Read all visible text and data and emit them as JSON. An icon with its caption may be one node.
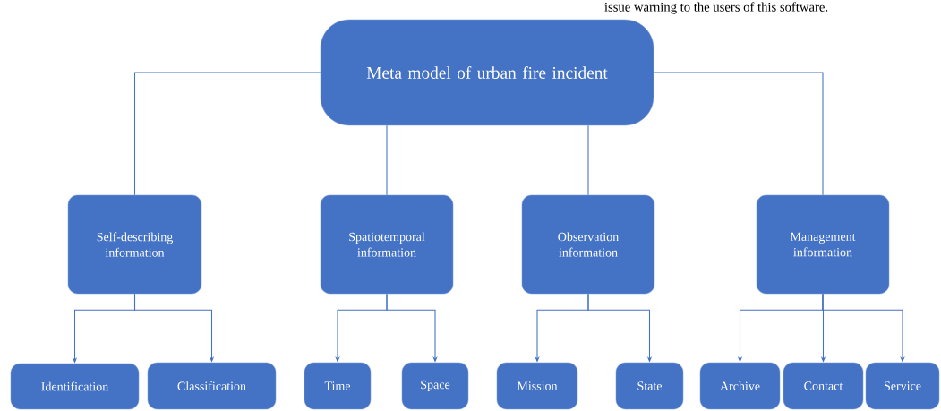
{
  "diagram": {
    "nodes": [
      {
        "text": [
          "Meta model of urban fire incident"
        ]
      },
      {
        "text": [
          "Self-describing information"
        ]
      },
      {
        "text": [
          "Spatiotemporal information"
        ]
      },
      {
        "text": [
          "Observation information"
        ]
      },
      {
        "text": [
          "Management information"
        ]
      },
      {
        "text": [
          "Identification"
        ]
      },
      {
        "text": [
          "Classification"
        ]
      },
      {
        "text": [
          "Time"
        ]
      },
      {
        "text": [
          "Space"
        ]
      },
      {
        "text": [
          "Mission"
        ]
      },
      {
        "text": [
          "State"
        ]
      },
      {
        "text": [
          "Archive"
        ]
      },
      {
        "text": [
          "Contact"
        ]
      },
      {
        "text": [
          "Service"
        ]
      }
    ],
    "edges": [
      {
        "from": 0,
        "to": 1,
        "arrow": "none"
      },
      {
        "from": 0,
        "to": 2,
        "arrow": "none"
      },
      {
        "from": 0,
        "to": 3,
        "arrow": "none"
      },
      {
        "from": 0,
        "to": 4,
        "arrow": "none"
      },
      {
        "from": 1,
        "to": 5,
        "arrow": "to"
      },
      {
        "from": 1,
        "to": 6,
        "arrow": "to"
      },
      {
        "from": 2,
        "to": 7,
        "arrow": "to"
      },
      {
        "from": 2,
        "to": 8,
        "arrow": "to"
      },
      {
        "from": 3,
        "to": 9,
        "arrow": "to"
      },
      {
        "from": 3,
        "to": 10,
        "arrow": "to"
      },
      {
        "from": 4,
        "to": 11,
        "arrow": "to"
      },
      {
        "from": 4,
        "to": 12,
        "arrow": "to"
      },
      {
        "from": 4,
        "to": 13,
        "arrow": "to"
      }
    ],
    "labels": [
      "issue warning to the users of this software."
    ]
  }
}
